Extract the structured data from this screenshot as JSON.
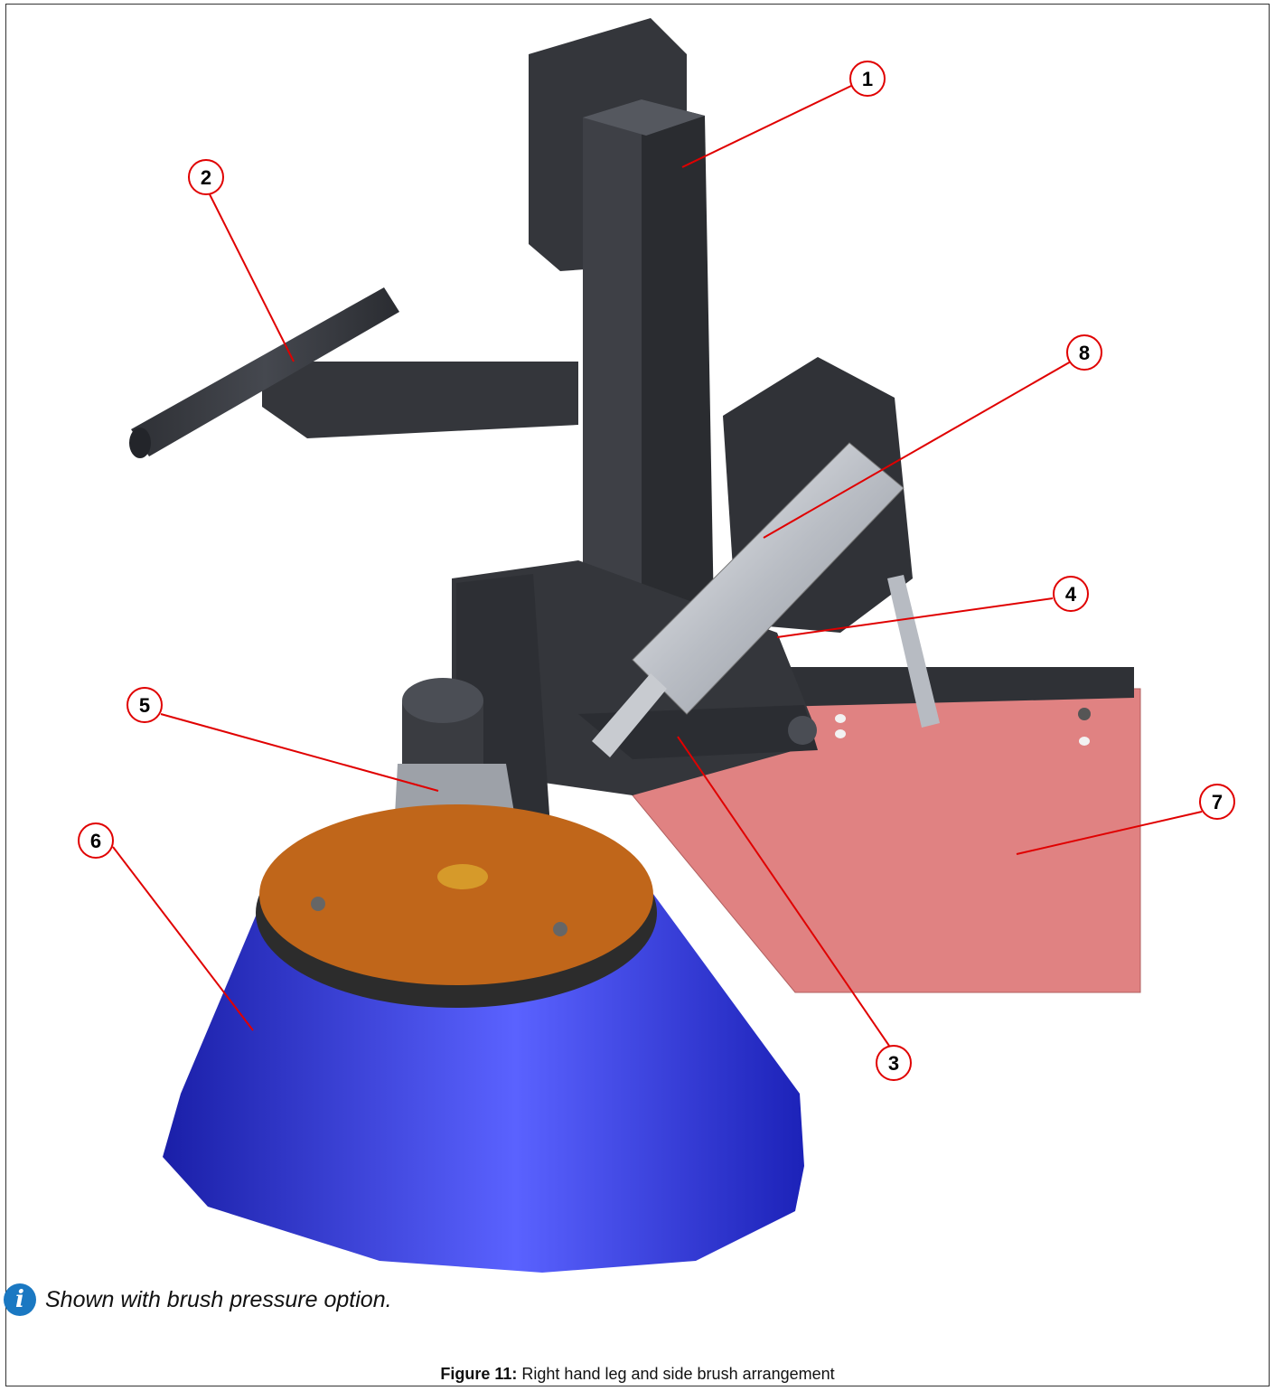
{
  "figure": {
    "label": "Figure 11:",
    "caption": "Right hand leg and side brush arrangement"
  },
  "note": {
    "icon": "info-icon",
    "text": "Shown with brush pressure option."
  },
  "callouts": [
    "1",
    "2",
    "3",
    "4",
    "5",
    "6",
    "7",
    "8"
  ],
  "colors": {
    "frame_steel": "#3a3c42",
    "brush_bristles": "#2a2fd0",
    "brush_plate": "#c0661a",
    "side_panel": "#e08282",
    "cylinder": "#d6d8dc",
    "callout": "#e00000",
    "info_icon": "#1a78c2"
  }
}
